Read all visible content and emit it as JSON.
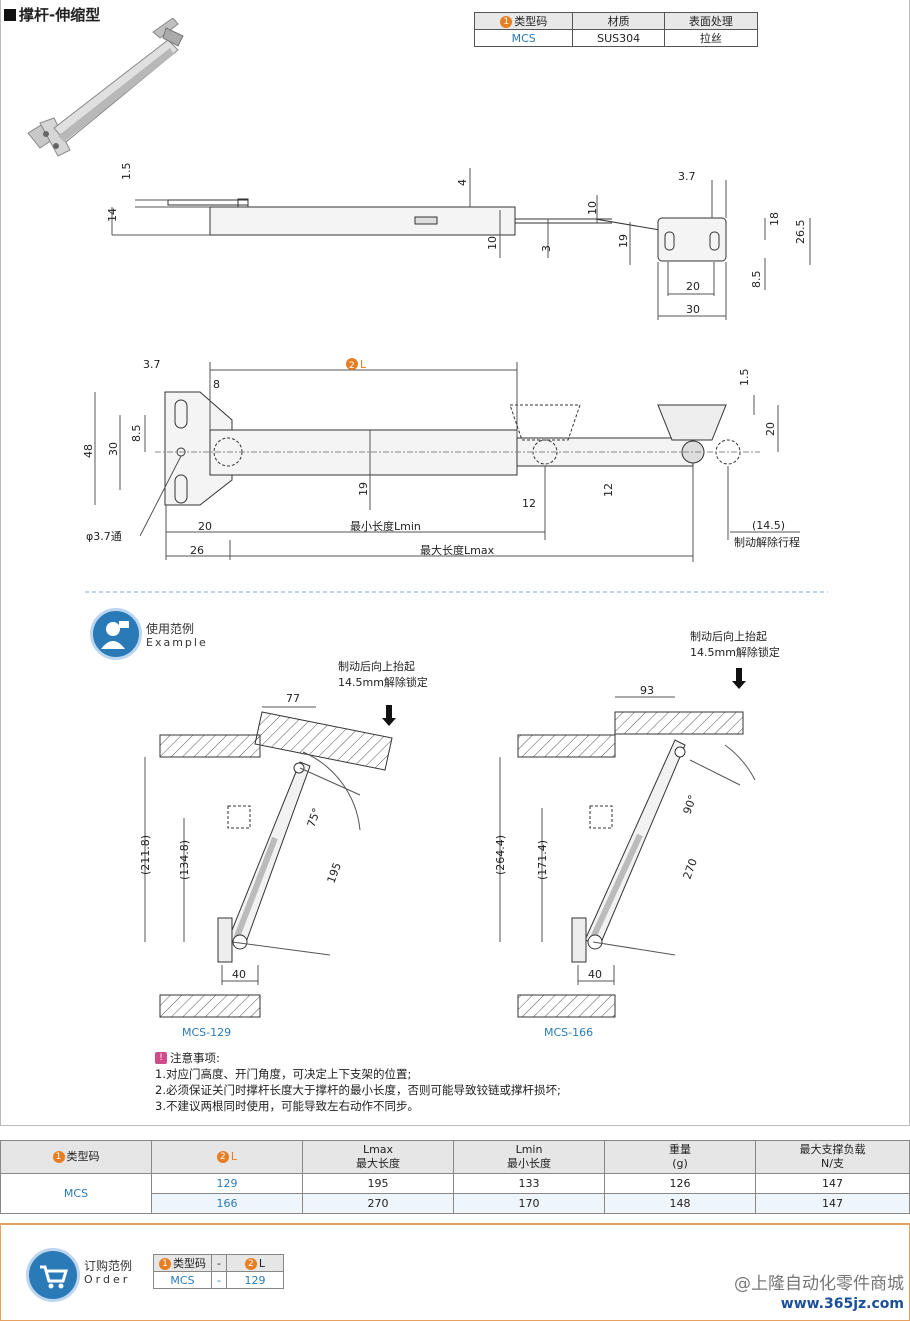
{
  "header": {
    "title": "撑杆-伸缩型"
  },
  "material_table": {
    "headers": [
      "类型码",
      "材质",
      "表面处理"
    ],
    "header_num": "1",
    "row": [
      "MCS",
      "SUS304",
      "拉丝"
    ]
  },
  "top_view_dims": {
    "d1_5": "1.5",
    "d14": "14",
    "d4": "4",
    "d10a": "10",
    "d10b": "10",
    "d3": "3",
    "d3_7": "3.7",
    "d19": "19",
    "d18": "18",
    "d26_5": "26.5",
    "d20": "20",
    "d8_5": "8.5",
    "d30": "30"
  },
  "side_view_dims": {
    "d3_7": "3.7",
    "L_num": "2",
    "L_label": "L",
    "d8": "8",
    "d48": "48",
    "d30": "30",
    "d8_5": "8.5",
    "d19": "19",
    "d12a": "12",
    "d12b": "12",
    "d1_5": "1.5",
    "d20": "20",
    "d20b": "20",
    "d26": "26",
    "hole": "φ3.7通",
    "lmin": "最小长度Lmin",
    "lmax": "最大长度Lmax",
    "stroke_val": "(14.5)",
    "stroke_label": "制动解除行程"
  },
  "example": {
    "title_cn": "使用范例",
    "title_en": "Example",
    "left": {
      "note1": "制动后向上抬起",
      "note2": "14.5mm解除锁定",
      "d77": "77",
      "d211": "(211.8)",
      "d134": "(134.8)",
      "angle": "75°",
      "d195": "195",
      "d40": "40",
      "model": "MCS-129"
    },
    "right": {
      "note1": "制动后向上抬起",
      "note2": "14.5mm解除锁定",
      "d93": "93",
      "d264": "(264.4)",
      "d171": "(171.4)",
      "angle": "90°",
      "d270": "270",
      "d40": "40",
      "model": "MCS-166"
    }
  },
  "notes": {
    "heading": "注意事项:",
    "items": [
      "1.对应门高度、开门角度，可决定上下支架的位置;",
      "2.必须保证关门时撑杆长度大于撑杆的最小长度，否则可能导致铰链或撑杆损坏;",
      "3.不建议两根同时使用，可能导致左右动作不同步。"
    ]
  },
  "spec_table": {
    "h_type": "类型码",
    "h_type_num": "1",
    "h_L": "L",
    "h_L_num": "2",
    "h_lmax1": "Lmax",
    "h_lmax2": "最大长度",
    "h_lmin1": "Lmin",
    "h_lmin2": "最小长度",
    "h_w1": "重量",
    "h_w2": "(g)",
    "h_load1": "最大支撑负载",
    "h_load2": "N/支",
    "type": "MCS",
    "rows": [
      {
        "L": "129",
        "lmax": "195",
        "lmin": "133",
        "weight": "126",
        "load": "147"
      },
      {
        "L": "166",
        "lmax": "270",
        "lmin": "170",
        "weight": "148",
        "load": "147"
      }
    ]
  },
  "order": {
    "title_cn": "订购范例",
    "title_en": "Order",
    "h_type": "类型码",
    "h_type_num": "1",
    "h_sep": "-",
    "h_L": "L",
    "h_L_num": "2",
    "v_type": "MCS",
    "v_sep": "-",
    "v_L": "129"
  },
  "watermark": {
    "line1": "@上隆自动化零件商城",
    "line2": "www.365jz.com"
  },
  "colors": {
    "accent_blue": "#2a7ab8",
    "orange": "#e67e22",
    "note_pink": "#d04b8b"
  }
}
